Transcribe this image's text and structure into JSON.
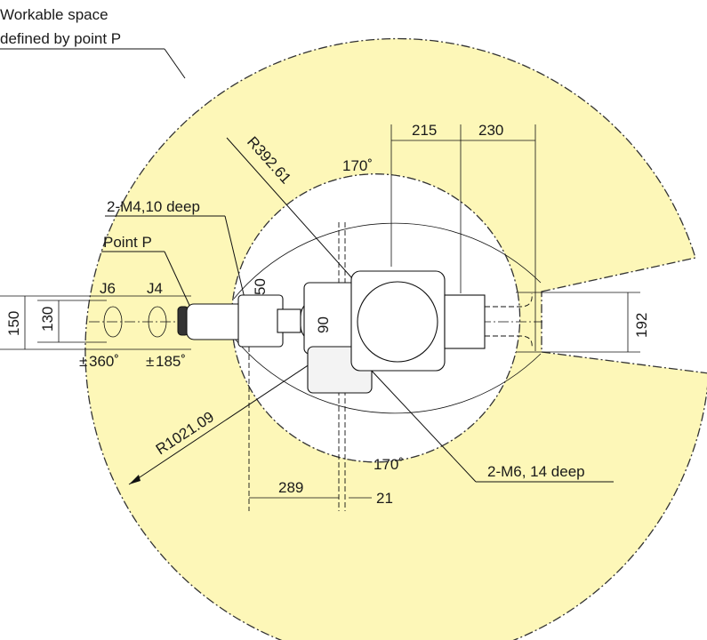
{
  "labels": {
    "workable_space_line1": "Workable space",
    "workable_space_line2": "defined by point P",
    "point_p": "Point P",
    "hole_m4": "2-M4,10 deep",
    "hole_m6": "2-M6, 14 deep",
    "radius_inner": "R392.61",
    "radius_outer": "R1021.09",
    "angle_top": "170˚",
    "angle_bottom": "170˚",
    "joint_j6": "J6",
    "joint_j4": "J4",
    "range_j6": "360˚",
    "range_j4": "185˚",
    "plus_minus": "±"
  },
  "dimensions": {
    "d215": "215",
    "d230": "230",
    "d50": "50",
    "d90": "90",
    "d150": "150",
    "d130": "130",
    "d192": "192",
    "d289": "289",
    "d21": "21"
  },
  "colors": {
    "workspace_fill": "#fdf7b8",
    "line": "#111111"
  }
}
